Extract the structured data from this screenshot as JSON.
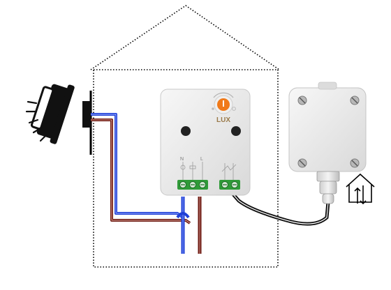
{
  "sensor_switch": {
    "dial_label": "LUX",
    "terminal_n": "N",
    "terminal_l": "L"
  },
  "colors": {
    "neutral_wire": "#1f3fd6",
    "live_wire": "#6e1a12",
    "sensor_cable": "#111111",
    "dial_knob": "#f07a1a",
    "terminal_block": "#2f9a38",
    "enclosure": "#eeeeee",
    "outline": "#000000"
  },
  "icons": {
    "lamp": "wall-lamp-icon",
    "outdoor_sensor": "house-arrows-icon"
  }
}
